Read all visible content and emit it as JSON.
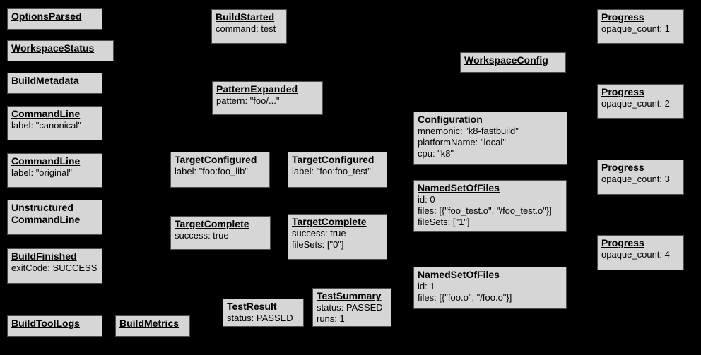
{
  "colors": {
    "background": "#000000",
    "node_fill": "#d6d6d6",
    "node_border": "#4d4d4d",
    "text": "#000000"
  },
  "nodes": {
    "options_parsed": {
      "title": "OptionsParsed"
    },
    "workspace_status": {
      "title": "WorkspaceStatus"
    },
    "build_metadata": {
      "title": "BuildMetadata"
    },
    "command_line_canonical": {
      "title": "CommandLine",
      "lines": [
        "label: \"canonical\""
      ]
    },
    "command_line_original": {
      "title": "CommandLine",
      "lines": [
        "label: \"original\""
      ]
    },
    "unstructured_command_line": {
      "title": "Unstructured\nCommandLine"
    },
    "build_finished": {
      "title": "BuildFinished",
      "lines": [
        "exitCode: SUCCESS"
      ]
    },
    "build_tool_logs": {
      "title": "BuildToolLogs"
    },
    "build_metrics": {
      "title": "BuildMetrics"
    },
    "build_started": {
      "title": "BuildStarted",
      "lines": [
        "command: test"
      ]
    },
    "pattern_expanded": {
      "title": "PatternExpanded",
      "lines": [
        "pattern: \"foo/...\""
      ]
    },
    "target_configured_lib": {
      "title": "TargetConfigured",
      "lines": [
        "label: \"foo:foo_lib\""
      ]
    },
    "target_configured_test": {
      "title": "TargetConfigured",
      "lines": [
        "label: \"foo:foo_test\""
      ]
    },
    "target_complete_lib": {
      "title": "TargetComplete",
      "lines": [
        "success: true"
      ]
    },
    "target_complete_test": {
      "title": "TargetComplete",
      "lines": [
        "success: true",
        "fileSets: [\"0\"]"
      ]
    },
    "test_result": {
      "title": "TestResult",
      "lines": [
        "status: PASSED"
      ]
    },
    "test_summary": {
      "title": "TestSummary",
      "lines": [
        "status: PASSED",
        "runs: 1"
      ]
    },
    "workspace_config": {
      "title": "WorkspaceConfig"
    },
    "configuration": {
      "title": "Configuration",
      "lines": [
        "mnemonic: \"k8-fastbuild\"",
        "platformName: \"local\"",
        "cpu: \"k8\""
      ]
    },
    "named_set_of_files_0": {
      "title": "NamedSetOfFiles",
      "lines": [
        "id: 0",
        "files: [{\"foo_test.o\", \"/foo_test.o\"}]",
        "fileSets: [\"1\"]"
      ]
    },
    "named_set_of_files_1": {
      "title": "NamedSetOfFiles",
      "lines": [
        "id: 1",
        "files: [{\"foo.o\", \"/foo.o\"}]"
      ]
    },
    "progress_1": {
      "title": "Progress",
      "lines": [
        "opaque_count: 1"
      ]
    },
    "progress_2": {
      "title": "Progress",
      "lines": [
        "opaque_count: 2"
      ]
    },
    "progress_3": {
      "title": "Progress",
      "lines": [
        "opaque_count: 3"
      ]
    },
    "progress_4": {
      "title": "Progress",
      "lines": [
        "opaque_count: 4"
      ]
    }
  }
}
